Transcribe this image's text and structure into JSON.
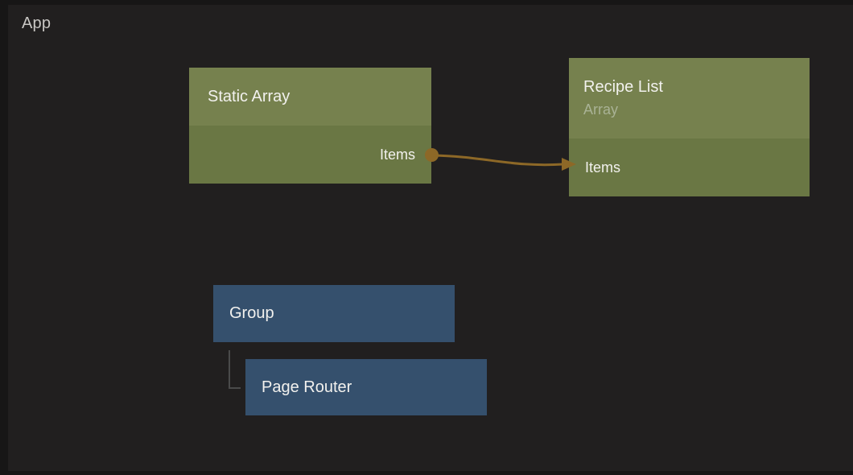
{
  "header": {
    "component_name": "App"
  },
  "nodes": {
    "static_array": {
      "title": "Static Array",
      "output_label": "Items"
    },
    "recipe_list": {
      "title": "Recipe List",
      "subtitle": "Array",
      "input_label": "Items"
    },
    "group": {
      "title": "Group"
    },
    "page_router": {
      "title": "Page Router"
    }
  },
  "connections": [
    {
      "from_node": "Static Array",
      "from_port": "Items",
      "to_node": "Recipe List",
      "to_port": "Items"
    }
  ],
  "hierarchy": [
    {
      "parent": "Group",
      "child": "Page Router"
    }
  ],
  "colors": {
    "background": "#211F1F",
    "edge_strip": "#171616",
    "node_green_header": "#76814E",
    "node_green_body": "#6A7744",
    "node_blue": "#35506D",
    "connection": "#8D6827",
    "hierarchy_line": "#4A4A4A",
    "title_text": "#F2F1EE",
    "subtitle_text": "#A9B295",
    "app_label_text": "#C9C7C4"
  }
}
